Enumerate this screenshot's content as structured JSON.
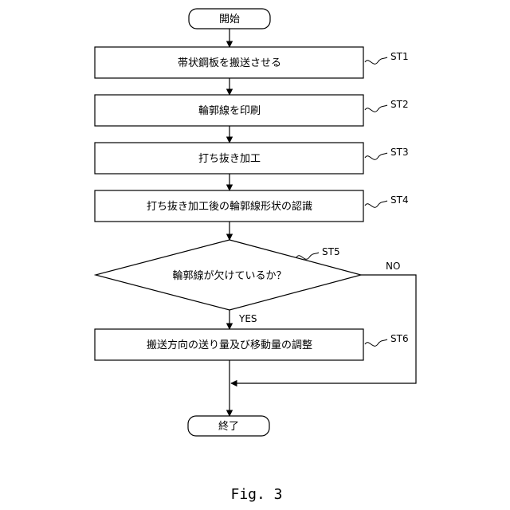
{
  "nodes": {
    "start": "開始",
    "st1": "帯状鋼板を搬送させる",
    "st2": "輪郭線を印刷",
    "st3": "打ち抜き加工",
    "st4": "打ち抜き加工後の輪郭線形状の認識",
    "st5": "輪郭線が欠けているか？",
    "st6": "搬送方向の送り量及び移動量の調整",
    "end": "終了"
  },
  "steps": {
    "st1": "ST1",
    "st2": "ST2",
    "st3": "ST3",
    "st4": "ST4",
    "st5": "ST5",
    "st6": "ST6"
  },
  "branches": {
    "yes": "YES",
    "no": "NO"
  },
  "caption": "Fig. 3"
}
